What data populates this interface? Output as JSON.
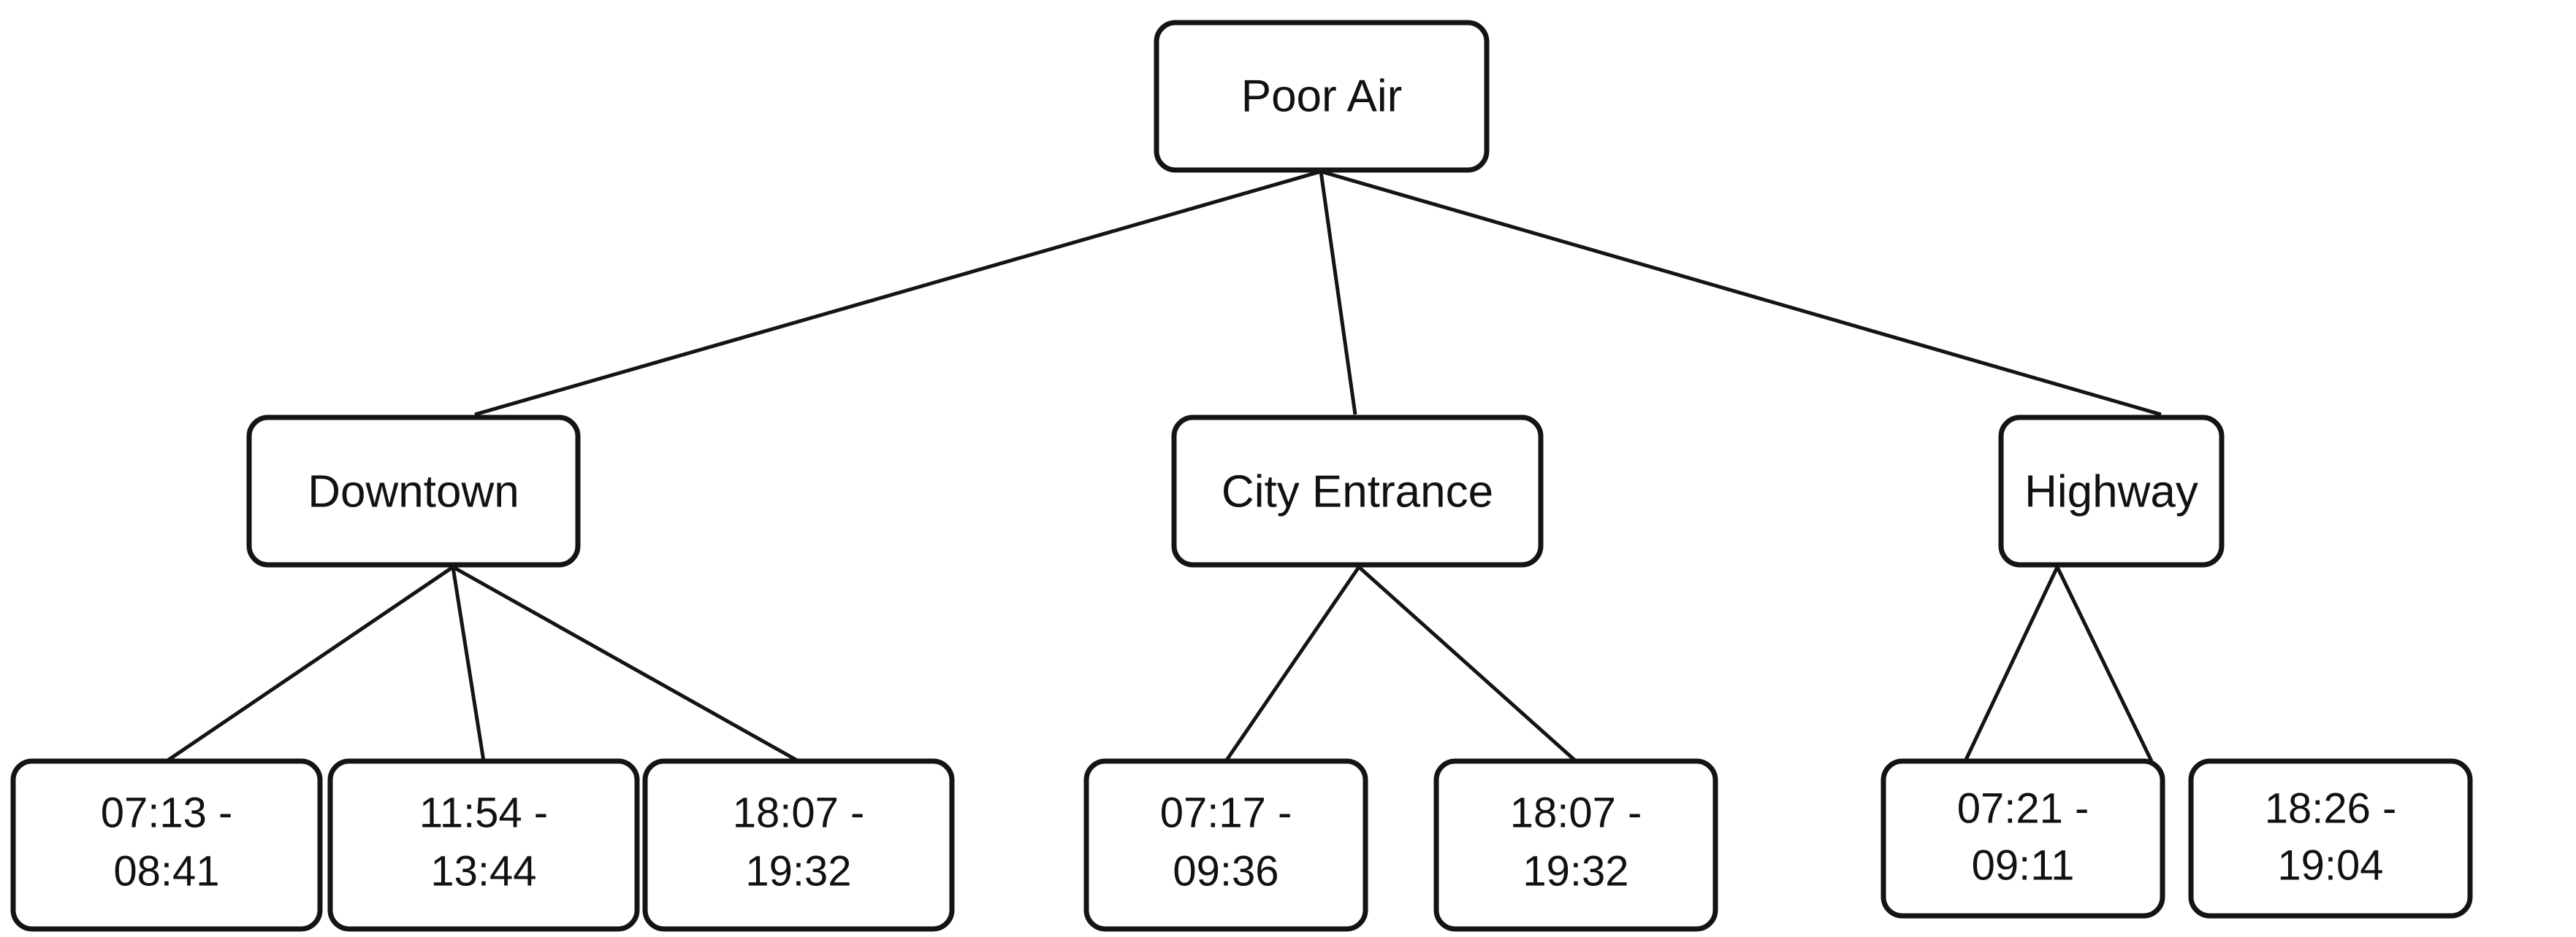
{
  "diagram": {
    "type": "tree",
    "orientation": "top-down",
    "background_color": "#ffffff",
    "node_fill_color": "#ffffff",
    "node_border_color": "#141414",
    "edge_color": "#141414",
    "text_color": "#111111",
    "root": {
      "id": "poor-air",
      "label": "Poor Air"
    },
    "levels": [
      {
        "level": 1,
        "nodes": [
          {
            "id": "poor-air",
            "label": "Poor Air"
          }
        ]
      },
      {
        "level": 2,
        "nodes": [
          {
            "id": "downtown",
            "label": "Downtown",
            "parent": "poor-air"
          },
          {
            "id": "city-entrance",
            "label": "City Entrance",
            "parent": "poor-air"
          },
          {
            "id": "highway",
            "label": "Highway",
            "parent": "poor-air"
          }
        ]
      },
      {
        "level": 3,
        "nodes": [
          {
            "id": "downtown-t1",
            "parent": "downtown",
            "line1": "07:13 -",
            "line2": "08:41",
            "range": "07:13 - 08:41"
          },
          {
            "id": "downtown-t2",
            "parent": "downtown",
            "line1": "11:54 -",
            "line2": "13:44",
            "range": "11:54 - 13:44"
          },
          {
            "id": "downtown-t3",
            "parent": "downtown",
            "line1": "18:07 -",
            "line2": "19:32",
            "range": "18:07 - 19:32"
          },
          {
            "id": "city-entrance-t1",
            "parent": "city-entrance",
            "line1": "07:17 -",
            "line2": "09:36",
            "range": "07:17 - 09:36"
          },
          {
            "id": "city-entrance-t2",
            "parent": "city-entrance",
            "line1": "18:07 -",
            "line2": "19:32",
            "range": "18:07 - 19:32"
          },
          {
            "id": "highway-t1",
            "parent": "highway",
            "line1": "07:21 -",
            "line2": "09:11",
            "range": "07:21 - 09:11"
          },
          {
            "id": "highway-t2",
            "parent": "highway",
            "line1": "18:26 -",
            "line2": "19:04",
            "range": "18:26 - 19:04"
          }
        ]
      }
    ],
    "nodes": {
      "poor_air": {
        "label": "Poor Air"
      },
      "downtown": {
        "label": "Downtown"
      },
      "city_entrance": {
        "label": "City Entrance"
      },
      "highway": {
        "label": "Highway"
      },
      "downtown_t1_l1": "07:13 -",
      "downtown_t1_l2": "08:41",
      "downtown_t2_l1": "11:54 -",
      "downtown_t2_l2": "13:44",
      "downtown_t3_l1": "18:07 -",
      "downtown_t3_l2": "19:32",
      "city_entrance_t1_l1": "07:17 -",
      "city_entrance_t1_l2": "09:36",
      "city_entrance_t2_l1": "18:07 -",
      "city_entrance_t2_l2": "19:32",
      "highway_t1_l1": "07:21 -",
      "highway_t1_l2": "09:11",
      "highway_t2_l1": "18:26 -",
      "highway_t2_l2": "19:04"
    }
  }
}
